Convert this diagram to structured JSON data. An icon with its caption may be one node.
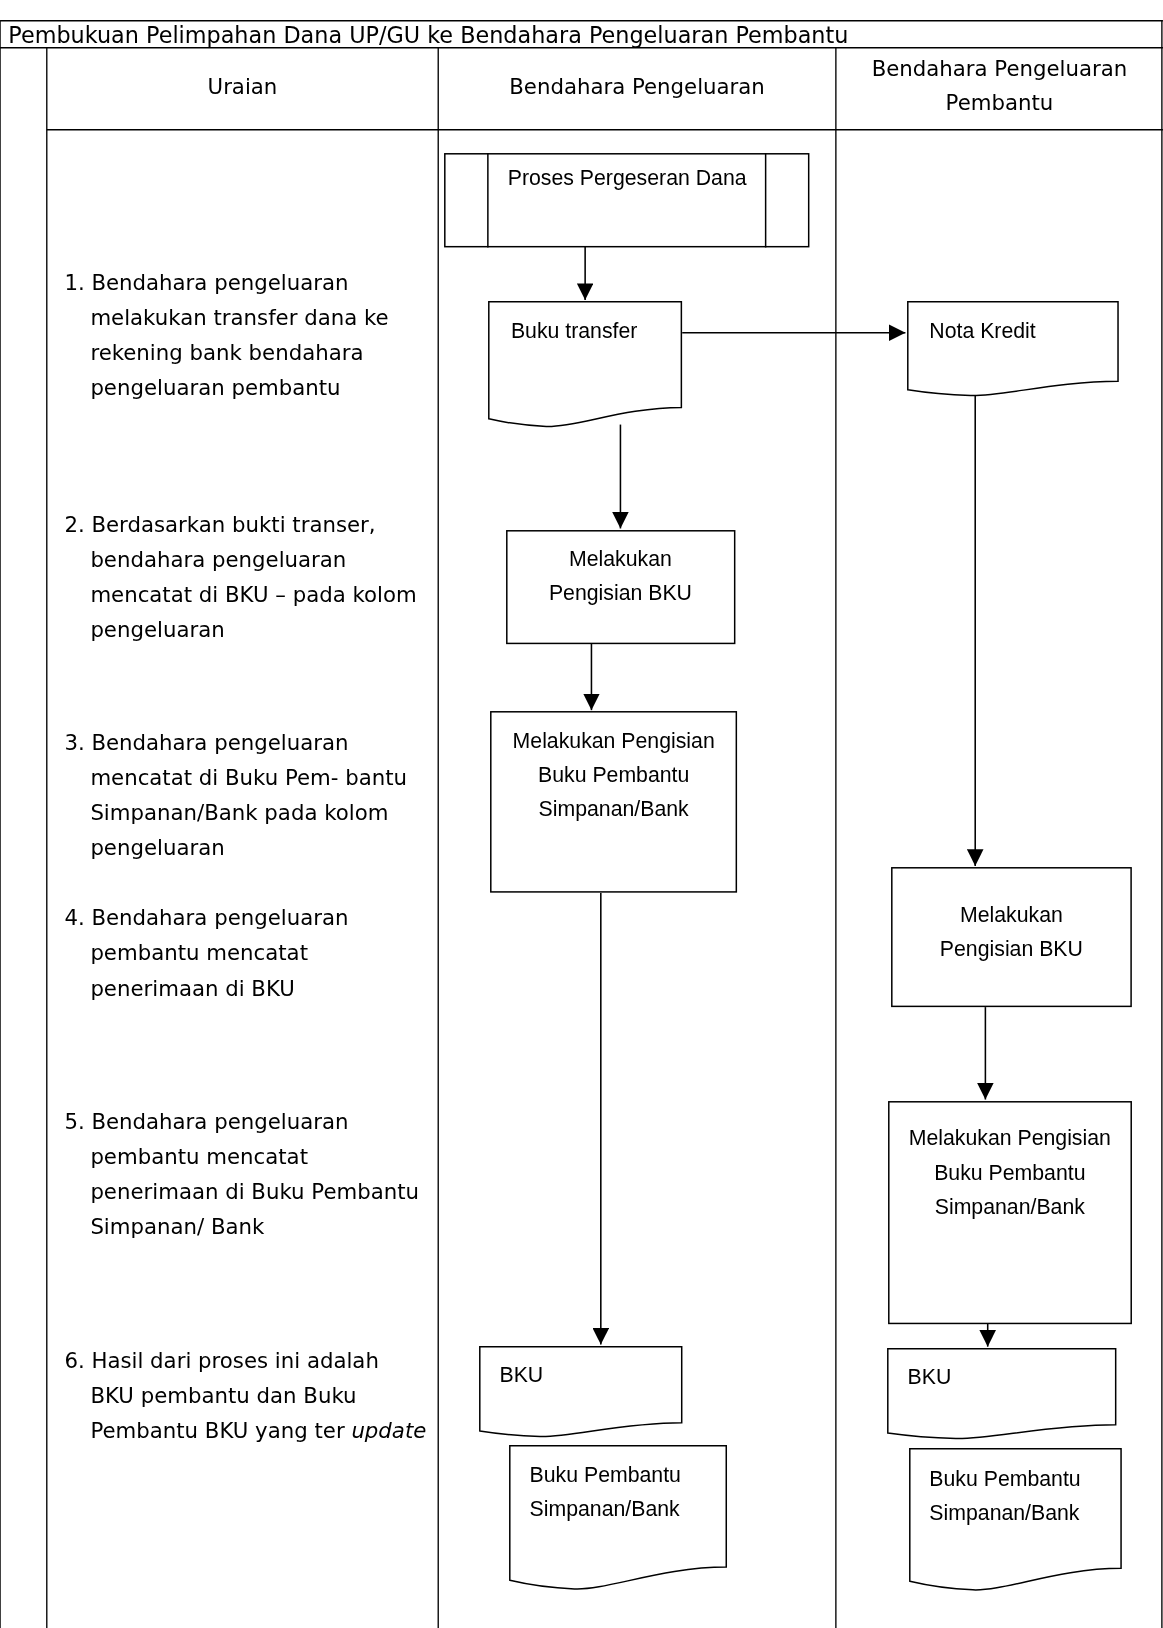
{
  "diagram": {
    "title": "Pembukuan Pelimpahan Dana UP/GU ke Bendahara Pengeluaran Pembantu",
    "nodes": [
      {
        "text": [
          "Proses Pergeseran Dana"
        ]
      },
      {
        "text": [
          "Buku transfer"
        ]
      },
      {
        "text": [
          "Nota Kredit"
        ]
      },
      {
        "text": [
          "Melakukan Pengisian BKU"
        ]
      },
      {
        "text": [
          "Melakukan Pengisian Buku Pembantu Simpanan/Bank"
        ]
      },
      {
        "text": [
          "Melakukan Pengisian BKU"
        ]
      },
      {
        "text": [
          "Melakukan Pengisian Buku Pembantu Simpanan/Bank"
        ]
      },
      {
        "text": [
          "BKU"
        ]
      },
      {
        "text": [
          "Buku Pembantu Simpanan/Bank"
        ]
      },
      {
        "text": [
          "BKU"
        ]
      },
      {
        "text": [
          "Buku Pembantu Simpanan/Bank"
        ]
      }
    ],
    "edges": [
      {
        "from": 0,
        "to": 1,
        "arrow": "to"
      },
      {
        "from": 1,
        "to": 2,
        "arrow": "to"
      },
      {
        "from": 1,
        "to": 3,
        "arrow": "to"
      },
      {
        "from": 3,
        "to": 4,
        "arrow": "to"
      },
      {
        "from": 4,
        "to": 7,
        "arrow": "to"
      },
      {
        "from": 2,
        "to": 5,
        "arrow": "to"
      },
      {
        "from": 5,
        "to": 6,
        "arrow": "to"
      },
      {
        "from": 6,
        "to": 9,
        "arrow": "to"
      }
    ],
    "labels": [
      "Uraian",
      "Bendahara Pengeluaran",
      "Bendahara Pengeluaran Pembantu",
      "1. Bendahara pengeluaran melakukan transfer dana ke rekening bank bendahara pengeluaran pembantu",
      "2. Berdasarkan bukti transer, bendahara pengeluaran mencatat di BKU – pada kolom pengeluaran",
      "3. Bendahara pengeluaran mencatat di Buku Pem- bantu Simpanan/Bank pada kolom pengeluaran",
      "4. Bendahara pengeluaran pembantu mencatat penerimaan di BKU",
      "5. Bendahara pengeluaran pembantu mencatat penerimaan di Buku Pembantu Simpanan/ Bank",
      "6. Hasil dari proses ini adalah BKU pembantu dan Buku Pembantu BKU yang ter *update*"
    ]
  }
}
